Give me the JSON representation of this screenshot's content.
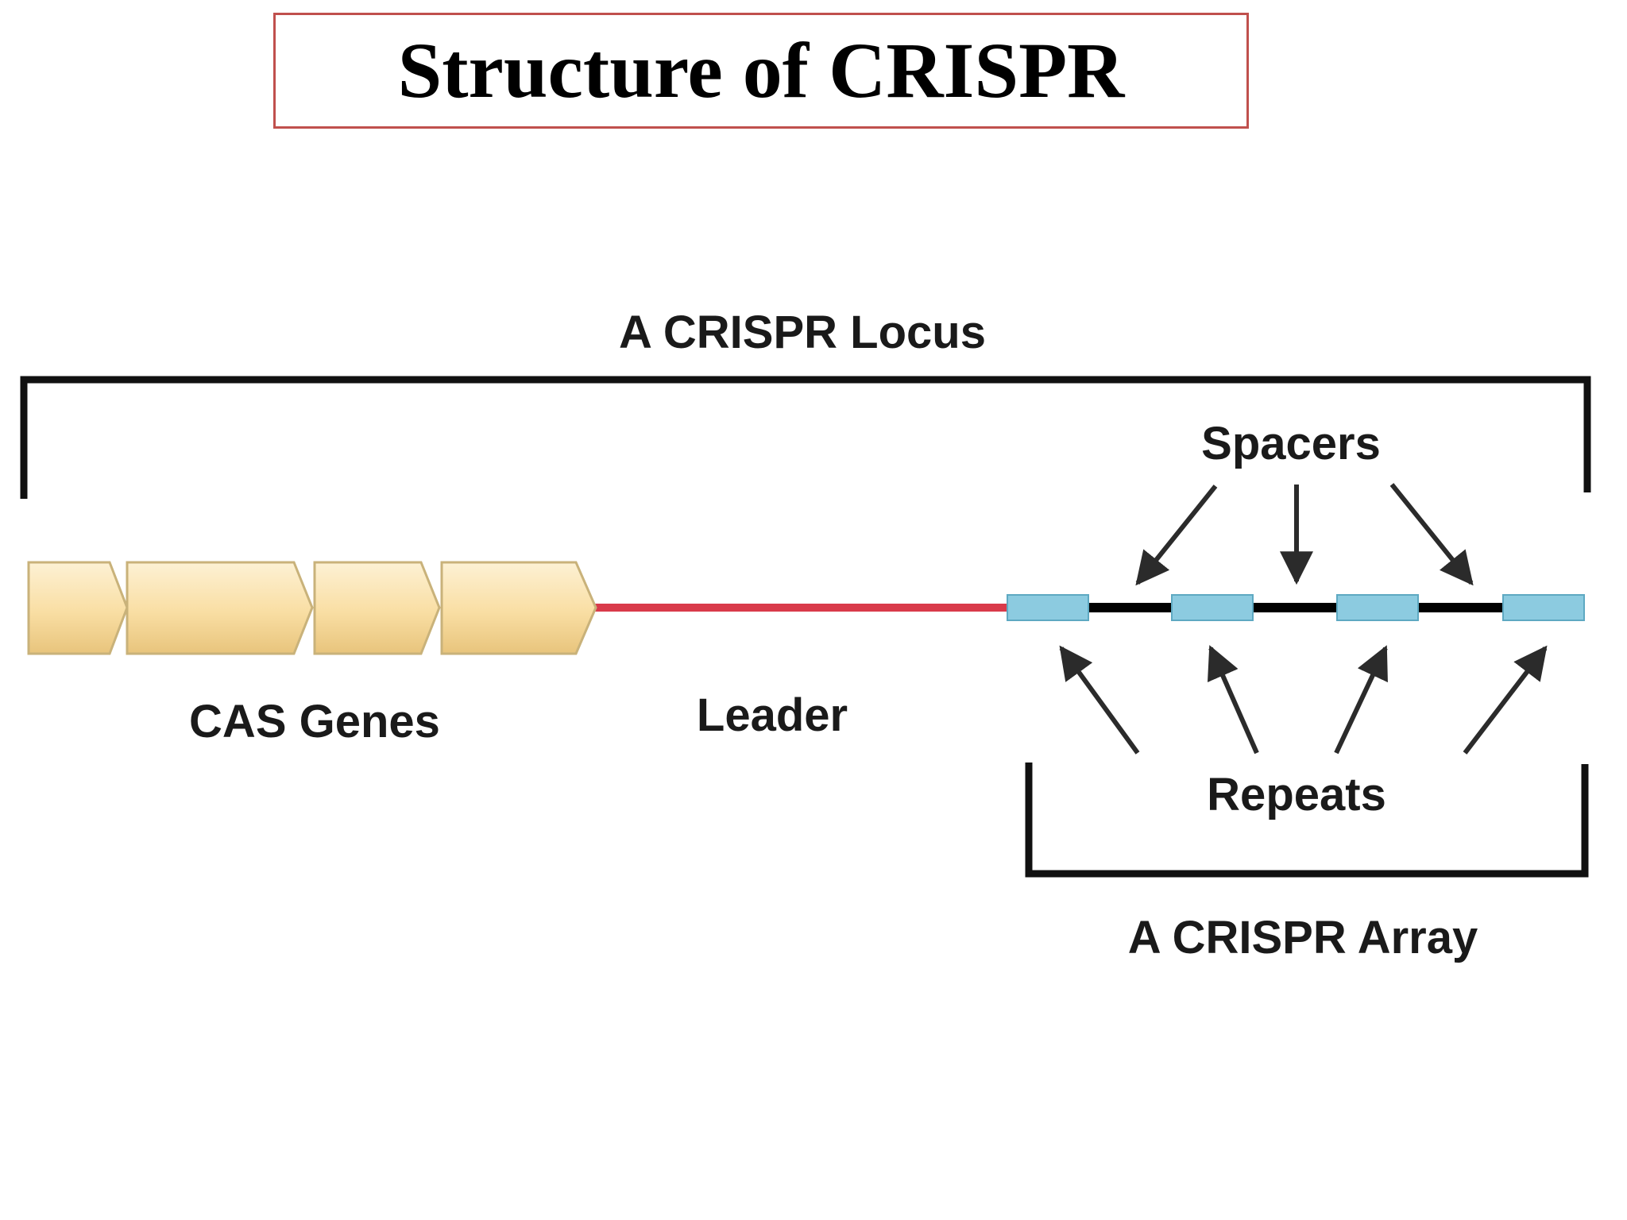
{
  "title": "Structure of CRISPR",
  "labels": {
    "locus": "A CRISPR Locus",
    "spacers": "Spacers",
    "cas_genes": "CAS Genes",
    "leader": "Leader",
    "repeats": "Repeats",
    "array": "A CRISPR Array"
  },
  "colors": {
    "title_border": "#c0504d",
    "cas_gene_fill": "#f9dea3",
    "cas_gene_stroke": "#c9b27a",
    "leader": "#d93a4a",
    "spacer": "#8ccbe0",
    "spacer_stroke": "#5ea9c2",
    "dna_line": "#000000",
    "text": "#1a1a1a"
  }
}
